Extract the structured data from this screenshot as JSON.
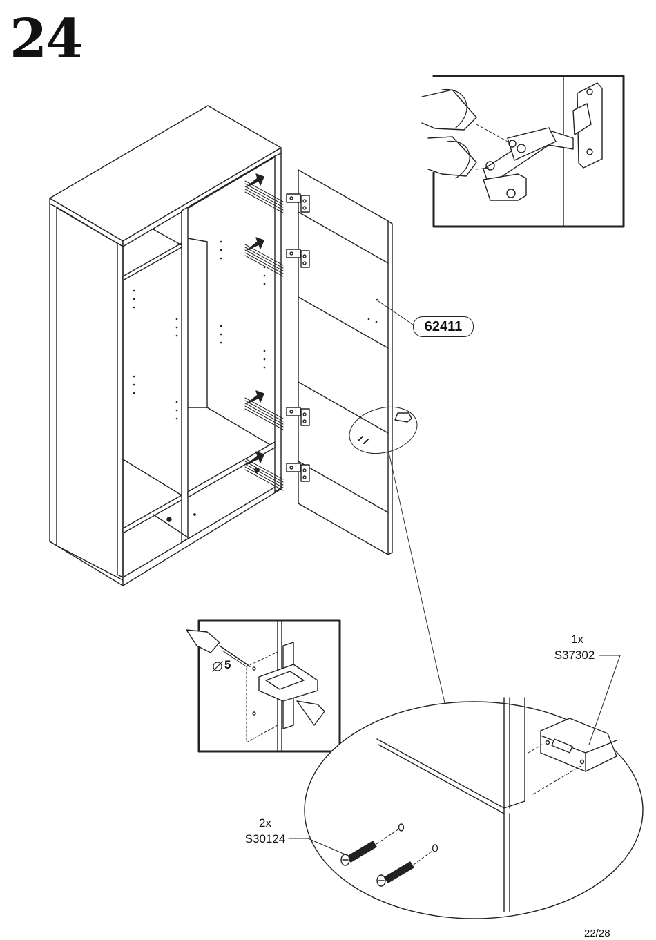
{
  "step": {
    "number": "24"
  },
  "parts": {
    "door_panel": "62411",
    "lock_plate": {
      "qty": "1x",
      "code": "S37302"
    },
    "screws": {
      "qty": "2x",
      "code": "S30124"
    }
  },
  "drill": {
    "diameter": "5"
  },
  "page": {
    "number": "22/28"
  }
}
